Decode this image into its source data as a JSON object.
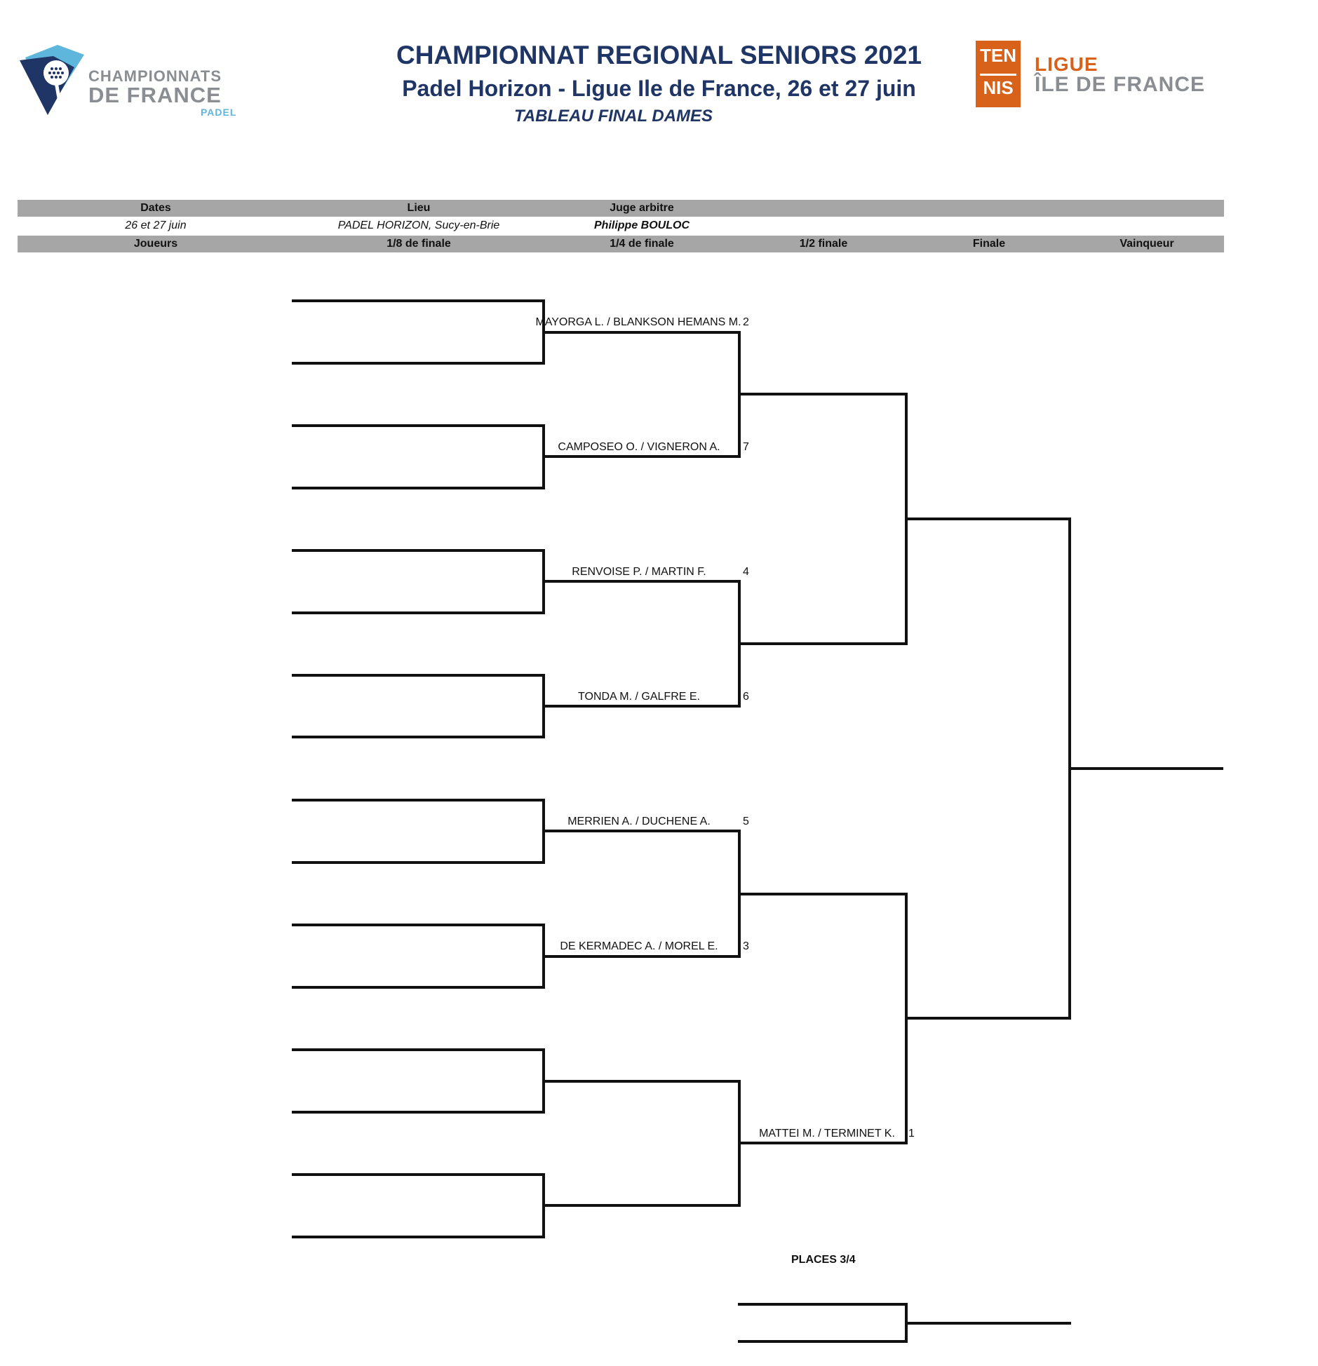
{
  "header": {
    "title": "CHAMPIONNAT REGIONAL SENIORS 2021",
    "subtitle": "Padel Horizon - Ligue Ile de France, 26 et 27 juin",
    "table_name": "TABLEAU FINAL DAMES"
  },
  "logos": {
    "left": {
      "line1": "CHAMPIONNATS",
      "line2": "DE FRANCE",
      "line3": "PADEL"
    },
    "right": {
      "box_top": "TEN",
      "box_bottom": "NIS",
      "line1": "LIGUE",
      "line2": "ÎLE DE FRANCE"
    }
  },
  "info": {
    "dates_label": "Dates",
    "lieu_label": "Lieu",
    "juge_label": "Juge arbitre",
    "dates_value": "26 et 27 juin",
    "lieu_value": "PADEL HORIZON, Sucy-en-Brie",
    "juge_value": "Philippe BOULOC"
  },
  "columns": {
    "joueurs": "Joueurs",
    "r16": "1/8 de finale",
    "qf": "1/4 de finale",
    "sf": "1/2 finale",
    "final": "Finale",
    "winner": "Vainqueur"
  },
  "quarterfinal_entries": [
    {
      "pair": "MAYORGA L. / BLANKSON HEMANS M.",
      "seed": "2"
    },
    {
      "pair": "CAMPOSEO O. / VIGNERON A.",
      "seed": "7"
    },
    {
      "pair": "RENVOISE P. / MARTIN F.",
      "seed": "4"
    },
    {
      "pair": "TONDA M. / GALFRE E.",
      "seed": "6"
    },
    {
      "pair": "MERRIEN A. / DUCHENE A.",
      "seed": "5"
    },
    {
      "pair": "DE KERMADEC A. / MOREL E.",
      "seed": "3"
    }
  ],
  "semifinal_entry": {
    "pair": "MATTEI M. / TERMINET K.",
    "seed": "1"
  },
  "places_label": "PLACES 3/4",
  "colors": {
    "title_navy": "#1f3565",
    "header_grey": "#a6a6a6",
    "tennis_orange": "#d9621b",
    "logo_grey": "#8a8d91",
    "padel_blue": "#5fb6dd"
  }
}
